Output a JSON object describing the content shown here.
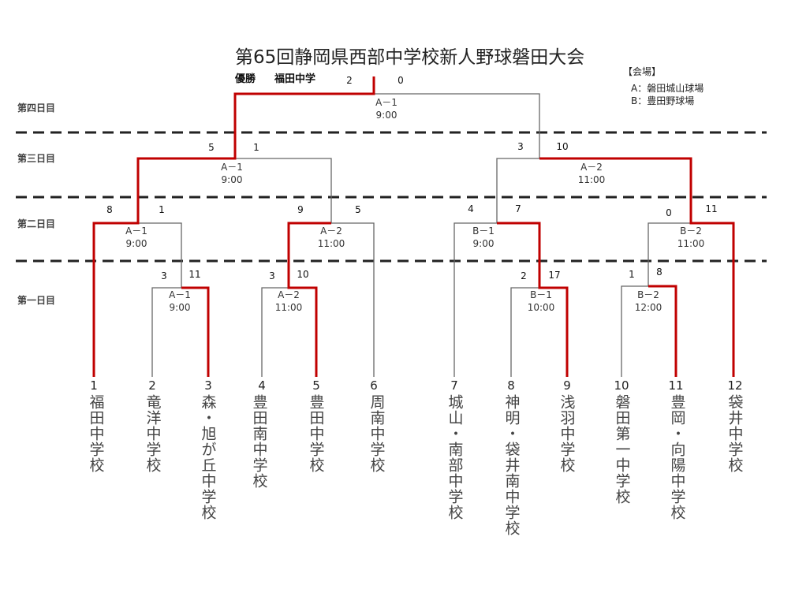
{
  "title": "第65回静岡県西部中学校新人野球磐田大会",
  "champion": {
    "label": "優勝",
    "team": "福田中学"
  },
  "venues": {
    "header": "【会場】",
    "a": "A：磐田城山球場",
    "b": "B：豊田野球場"
  },
  "days": [
    "第四日目",
    "第三日目",
    "第二日目",
    "第一日目"
  ],
  "matches": {
    "final": {
      "code": "A－1",
      "time": "9:00",
      "scores": [
        "2",
        "0"
      ]
    },
    "d3a": {
      "code": "A－1",
      "time": "9:00",
      "scores": [
        "5",
        "1"
      ]
    },
    "d3b": {
      "code": "A－2",
      "time": "11:00",
      "scores": [
        "3",
        "10"
      ]
    },
    "d2a": {
      "code": "A－1",
      "time": "9:00",
      "scores": [
        "8",
        "1"
      ]
    },
    "d2b": {
      "code": "A－2",
      "time": "11:00",
      "scores": [
        "9",
        "5"
      ]
    },
    "d2c": {
      "code": "B－1",
      "time": "9:00",
      "scores": [
        "4",
        "7"
      ]
    },
    "d2d": {
      "code": "B－2",
      "time": "11:00",
      "scores": [
        "0",
        "11"
      ]
    },
    "d1a": {
      "code": "A－1",
      "time": "9:00",
      "scores": [
        "3",
        "11"
      ]
    },
    "d1b": {
      "code": "A－2",
      "time": "11:00",
      "scores": [
        "3",
        "10"
      ]
    },
    "d1c": {
      "code": "B－1",
      "time": "10:00",
      "scores": [
        "2",
        "17"
      ]
    },
    "d1d": {
      "code": "B－2",
      "time": "12:00",
      "scores": [
        "1",
        "8"
      ]
    }
  },
  "teams": [
    {
      "num": "1",
      "name": "福田中学校"
    },
    {
      "num": "2",
      "name": "竜洋中学校"
    },
    {
      "num": "3",
      "name": "森・旭が丘中学校"
    },
    {
      "num": "4",
      "name": "豊田南中学校"
    },
    {
      "num": "5",
      "name": "豊田中学校"
    },
    {
      "num": "6",
      "name": "周南中学校"
    },
    {
      "num": "7",
      "name": "城山・南部中学校"
    },
    {
      "num": "8",
      "name": "神明・袋井南中学校"
    },
    {
      "num": "9",
      "name": "浅羽中学校"
    },
    {
      "num": "10",
      "name": "磐田第一中学校"
    },
    {
      "num": "11",
      "name": "豊岡・向陽中学校"
    },
    {
      "num": "12",
      "name": "袋井中学校"
    }
  ],
  "colors": {
    "winner_line": "#c00000",
    "line": "#666666"
  }
}
